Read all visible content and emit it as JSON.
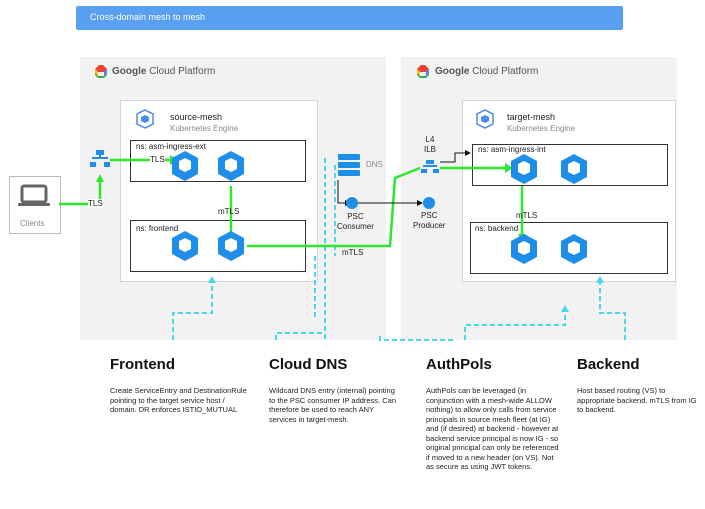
{
  "banner": {
    "title": "Cross-domain mesh to mesh"
  },
  "platform": {
    "brand": "Google",
    "product": "Cloud Platform"
  },
  "source": {
    "title": "source-mesh",
    "subtitle": "Kubernetes Engine",
    "ns_ingress": "ns: asm-ingress-ext",
    "ns_app": "ns: frontend"
  },
  "target": {
    "title": "target-mesh",
    "subtitle": "Kubernetes Engine",
    "ns_ingress": "ns: asm-ingress-int",
    "ns_app": "ns: backend"
  },
  "labels": {
    "tls_1": "TLS",
    "tls_2": "TLS",
    "mtls_1": "mTLS",
    "mtls_2": "mTLS",
    "mtls_3": "mTLS",
    "dns": "DNS",
    "psc_consumer": "PSC\nConsumer",
    "psc_producer": "PSC\nProducer",
    "l4ilb": "L4\nILB",
    "clients": "Clients"
  },
  "sections": [
    {
      "heading": "Frontend",
      "text": "Create ServiceEntry and DestinationRule pointing to the target service host / domain. DR enforces ISTIO_MUTUAL"
    },
    {
      "heading": "Cloud DNS",
      "text": "Wildcard DNS entry (internal) pointing to the PSC consumer IP address. Can therefore be used to reach ANY services in target-mesh."
    },
    {
      "heading": "AuthPols",
      "text": "AuthPols can be leveraged (in conjunction with a mesh-wide ALLOW nothing) to allow only calls from service principals in source mesh fleet (at IG) and (if desired) at backend - however at backend service principal is now IG - so original principal can only be referenced if moved to a new header (on VS). Not as secure as using JWT tokens."
    },
    {
      "heading": "Backend",
      "text": "Host based routing (VS) to appropriate backend. mTLS from IG to backend."
    }
  ],
  "colors": {
    "banner": "#5aa0f2",
    "traffic": "#2ee62e",
    "dns_link": "#45d8ee",
    "service": "#1e8ee8",
    "panel": "#f2f2f2"
  }
}
